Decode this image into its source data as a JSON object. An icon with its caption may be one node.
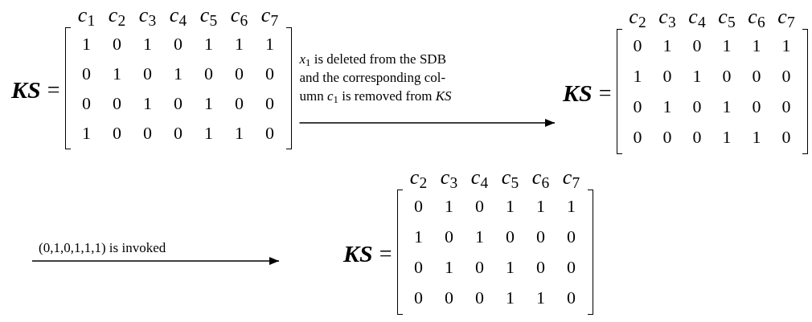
{
  "diagram": {
    "nodes": [
      {
        "text": [
          "KS",
          "=",
          "*c*$_{1}$",
          "*c*$_{2}$",
          "*c*$_{3}$",
          "*c*$_{4}$",
          "*c*$_{5}$",
          "*c*$_{6}$",
          "*c*$_{7}$",
          "1",
          "0",
          "1",
          "0",
          "1",
          "1",
          "1",
          "0",
          "1",
          "0",
          "1",
          "0",
          "0",
          "0",
          "0",
          "0",
          "1",
          "0",
          "1",
          "0",
          "0",
          "1",
          "0",
          "0",
          "0",
          "1",
          "1",
          "0"
        ]
      },
      {
        "text": [
          "KS",
          "=",
          "*c*$_{2}$",
          "*c*$_{3}$",
          "*c*$_{4}$",
          "*c*$_{5}$",
          "*c*$_{6}$",
          "*c*$_{7}$",
          "0",
          "1",
          "0",
          "1",
          "1",
          "1",
          "1",
          "0",
          "1",
          "0",
          "0",
          "0",
          "0",
          "1",
          "0",
          "1",
          "0",
          "0",
          "0",
          "0",
          "0",
          "1",
          "1",
          "0"
        ]
      },
      {
        "text": [
          "KS",
          "=",
          "*c*$_{2}$",
          "*c*$_{3}$",
          "*c*$_{4}$",
          "*c*$_{5}$",
          "*c*$_{6}$",
          "*c*$_{7}$",
          "0",
          "1",
          "0",
          "1",
          "1",
          "1",
          "1",
          "0",
          "1",
          "0",
          "0",
          "0",
          "0",
          "1",
          "0",
          "1",
          "0",
          "0",
          "0",
          "0",
          "0",
          "1",
          "1",
          "0"
        ]
      }
    ],
    "edges": [
      {
        "from": 0,
        "to": 1,
        "arrow": "to",
        "label": "*x*$_{1}$ is deleted from the SDB and the corresponding col- umn *c*$_{1}$ is removed from *KS*"
      },
      {
        "from": null,
        "to": 2,
        "arrow": "to",
        "label": "(0,1,0,1,1,1) is invoked"
      }
    ]
  }
}
